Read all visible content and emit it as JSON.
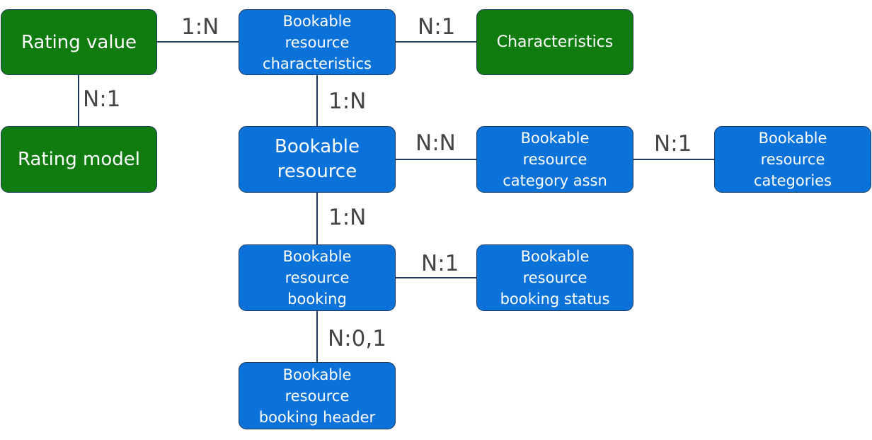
{
  "entities": {
    "rating_value": "Rating value",
    "rating_model": "Rating model",
    "characteristics": "Characteristics",
    "bookable_resource_characteristics": "Bookable\nresource\ncharacteristics",
    "bookable_resource": "Bookable\nresource",
    "bookable_resource_category_assn": "Bookable\nresource\ncategory assn",
    "bookable_resource_categories": "Bookable\nresource\ncategories",
    "bookable_resource_booking": "Bookable\nresource\nbooking",
    "bookable_resource_booking_status": "Bookable\nresource\nbooking status",
    "bookable_resource_booking_header": "Bookable\nresource\nbooking header"
  },
  "relationships": {
    "rating_value_to_characteristics": "1:N",
    "characteristics_to_characteristic": "N:1",
    "rating_value_to_model": "N:1",
    "characteristics_to_resource": "1:N",
    "resource_to_category_assn": "N:N",
    "category_assn_to_categories": "N:1",
    "resource_to_booking": "1:N",
    "booking_to_status": "N:1",
    "booking_to_header": "N:0,1"
  },
  "colors": {
    "resource_entity": "#0b72d9",
    "rating_entity": "#107c10",
    "connector": "#1f3a5f",
    "cardinality_text": "#444444"
  }
}
